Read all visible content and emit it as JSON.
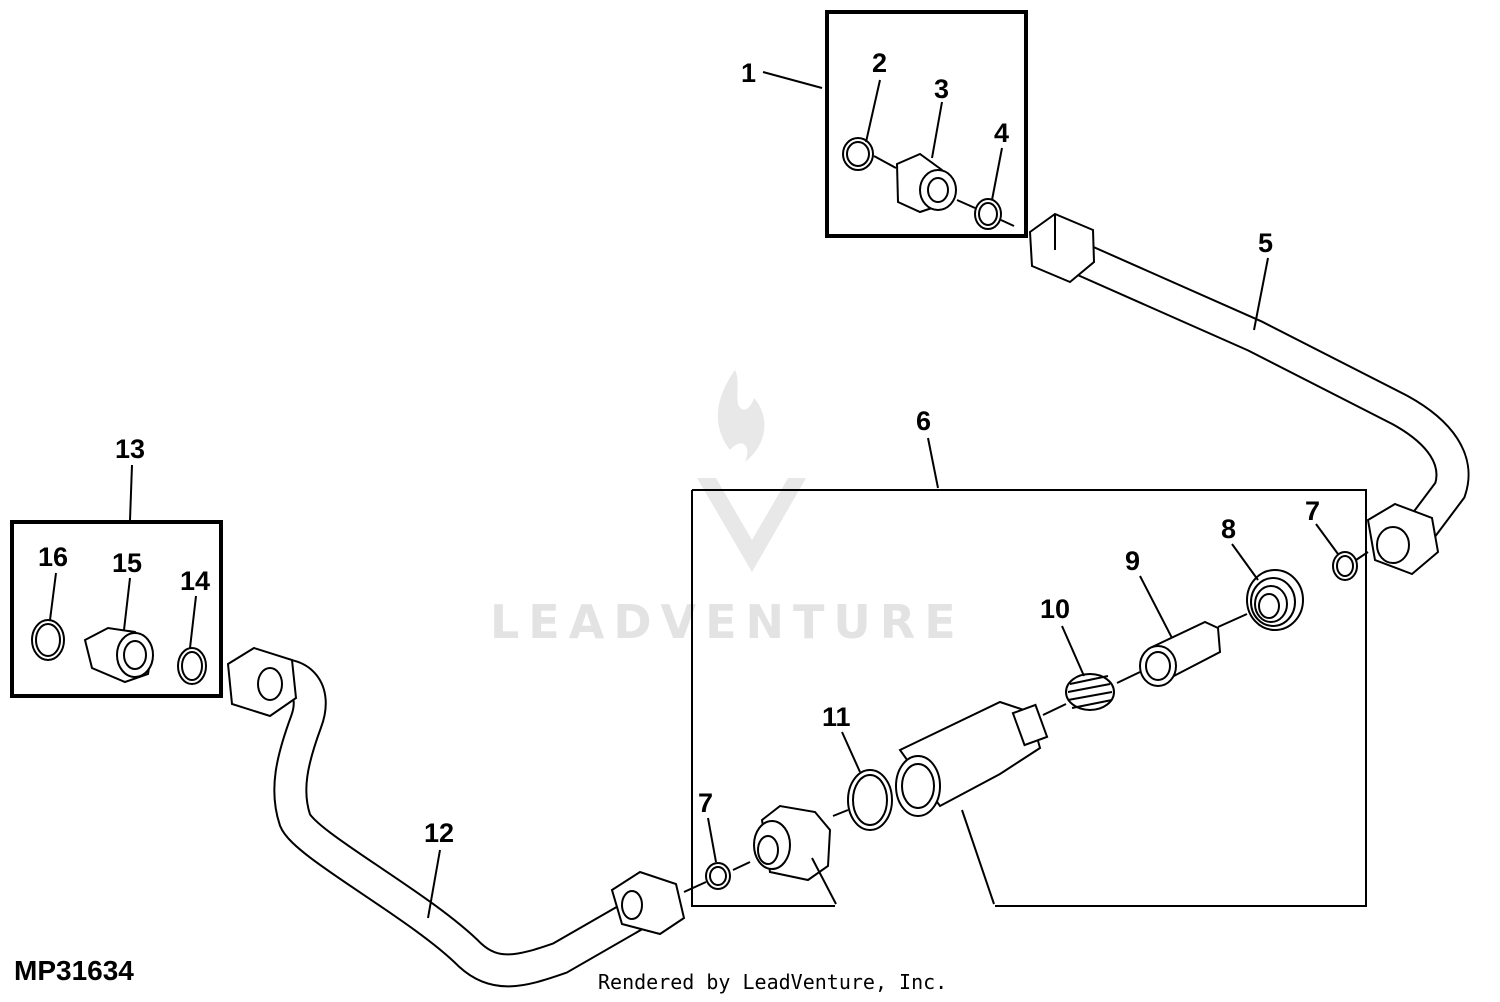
{
  "figure_id": "MP31634",
  "credit": "Rendered by LeadVenture, Inc.",
  "watermark": {
    "text": "LEADVENTURE",
    "color": "#e3e3e3"
  },
  "callouts": [
    "1",
    "2",
    "3",
    "4",
    "5",
    "6",
    "7",
    "7",
    "8",
    "9",
    "10",
    "11",
    "12",
    "13",
    "14",
    "15",
    "16"
  ]
}
